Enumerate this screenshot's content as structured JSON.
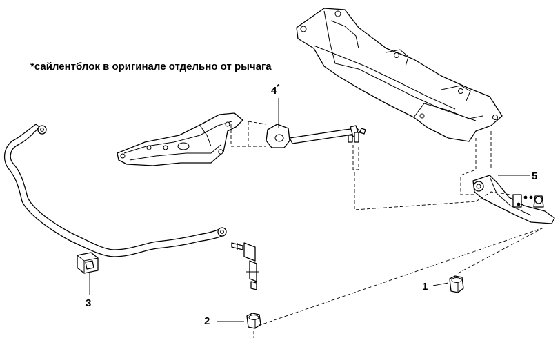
{
  "note": "*сайлентблок в оригинале отдельно от рычага",
  "callouts": {
    "c1": "1",
    "c2": "2",
    "c3": "3",
    "c4": "4",
    "c4_mark": "*",
    "c5": "5"
  }
}
